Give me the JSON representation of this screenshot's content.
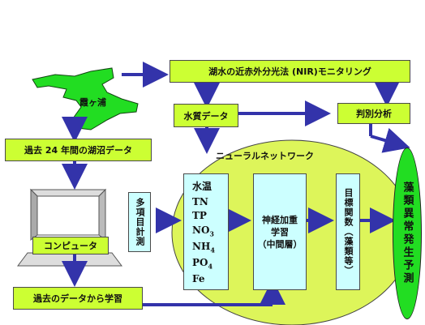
{
  "lake": {
    "label": "霞ヶ浦"
  },
  "nir_monitoring": {
    "label": "湖水の近赤外分光法 (NIR)モニタリング"
  },
  "water_quality_data": {
    "label": "水質データ"
  },
  "discriminant_analysis": {
    "label": "判別分析"
  },
  "past_lake_data": {
    "label": "過去 24 年間の湖沼データ"
  },
  "neural_network": {
    "label": "ニューラルネットワーク"
  },
  "computer": {
    "label": "コンピュータ"
  },
  "multi_item_measurement": {
    "label": "多項目計測"
  },
  "input_layer": {
    "items": [
      {
        "text": "水温"
      },
      {
        "text": "TN"
      },
      {
        "text": "TP"
      },
      {
        "text": "NO",
        "sub": "3"
      },
      {
        "text": "NH",
        "sub": "4"
      },
      {
        "text": "PO",
        "sub": "4"
      },
      {
        "text": "Fe"
      }
    ]
  },
  "hidden_layer": {
    "line1": "神経加重",
    "line2": "学習",
    "line3": "（中間層）"
  },
  "target_function": {
    "label": "目標関数（藻類等）"
  },
  "prediction": {
    "label": "藻類異常発生予測"
  },
  "learning_from_past": {
    "label": "過去のデータから学習"
  },
  "colors": {
    "lime": "#ccff33",
    "aqua": "#ccffff",
    "green": "#22dd22",
    "arrow": "#3333aa"
  }
}
